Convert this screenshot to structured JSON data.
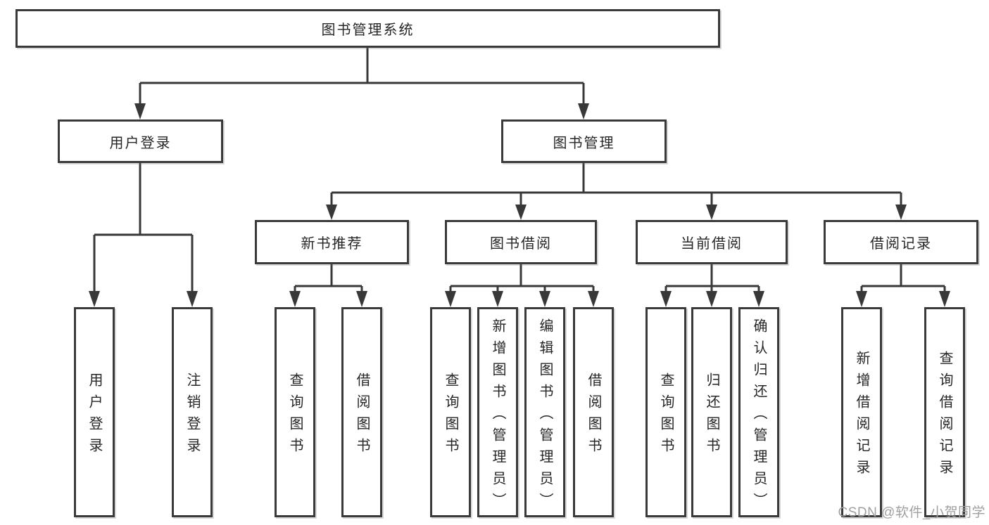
{
  "tree": {
    "root": "图书管理系统",
    "branches": [
      {
        "label": "用户登录",
        "leaves": [
          "用户登录",
          "注销登录"
        ]
      },
      {
        "label": "图书管理",
        "groups": [
          {
            "label": "新书推荐",
            "leaves": [
              "查询图书",
              "借阅图书"
            ]
          },
          {
            "label": "图书借阅",
            "leaves": [
              "查询图书",
              "新增图书（管理员）",
              "编辑图书（管理员）",
              "借阅图书"
            ]
          },
          {
            "label": "当前借阅",
            "leaves": [
              "查询图书",
              "归还图书",
              "确认归还（管理员）"
            ]
          },
          {
            "label": "借阅记录",
            "leaves": [
              "新增借阅记录",
              "查询借阅记录"
            ]
          }
        ]
      }
    ]
  },
  "watermark": "CSDN @软件_小贺同学",
  "colors": {
    "line": "#383838",
    "border": "#3a3a3a",
    "text": "#262626",
    "watermark": "#a0a0a0",
    "background": "#ffffff"
  }
}
